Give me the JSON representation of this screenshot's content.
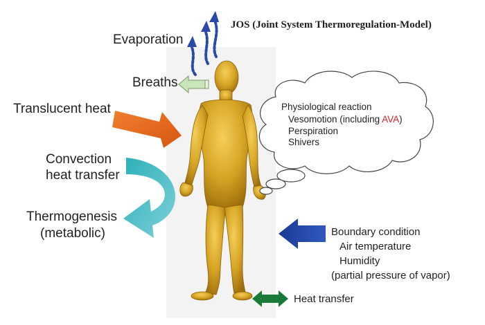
{
  "title": "JOS (Joint System Thermoregulation-Model)",
  "labels": {
    "evaporation": "Evaporation",
    "breaths": "Breaths",
    "translucent_heat": "Translucent heat",
    "convection_line1": "Convection",
    "convection_line2": "heat transfer",
    "thermogenesis_line1": "Thermogenesis",
    "thermogenesis_line2": "(metabolic)",
    "boundary_condition": "Boundary condition",
    "air_temperature": "Air temperature",
    "humidity": "Humidity",
    "partial_pressure": "(partial pressure of vapor)",
    "heat_transfer": "Heat transfer"
  },
  "cloud": {
    "heading": "Physiological reaction",
    "vesomotion_prefix": "Vesomotion (including ",
    "vesomotion_ava": "AVA",
    "vesomotion_suffix": ")",
    "perspiration": "Perspiration",
    "shivers": "Shivers"
  },
  "colors": {
    "orange_arrow": "#e8641a",
    "teal_arrow": "#3cb8c0",
    "blue_arrow": "#1f3f9a",
    "green_arrow": "#1a7a3a",
    "breath_arrow": "#c8e6b8",
    "evaporation_arrows": "#2a4aa8",
    "body": "#d4a020"
  }
}
